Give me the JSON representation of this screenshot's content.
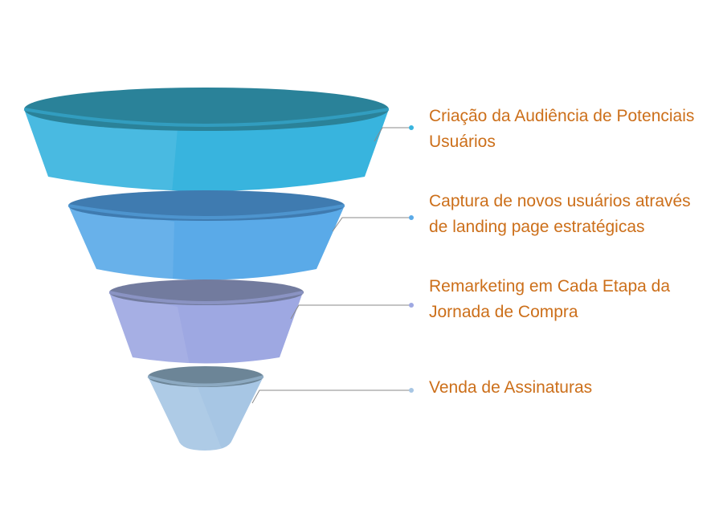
{
  "diagram": {
    "type": "funnel",
    "stages": [
      {
        "label": "Criação da Audiência de Potenciais Usuários",
        "color": "#38b4de",
        "top_color": "#2a8299",
        "dot_color": "#38b4de"
      },
      {
        "label": "Captura de novos usuários através de landing page estratégicas",
        "color": "#5aaae8",
        "top_color": "#3f7bb0",
        "dot_color": "#5aaae8"
      },
      {
        "label": "Remarketing em Cada Etapa da Jornada de Compra",
        "color": "#9ea8e2",
        "top_color": "#727b9e",
        "dot_color": "#9ea8e2"
      },
      {
        "label": "Venda de Assinaturas",
        "color": "#a7c6e4",
        "top_color": "#6c8597",
        "dot_color": "#a7c6e4"
      }
    ],
    "label_color": "#cc6f1a",
    "connector_color": "#8a8a8a"
  }
}
